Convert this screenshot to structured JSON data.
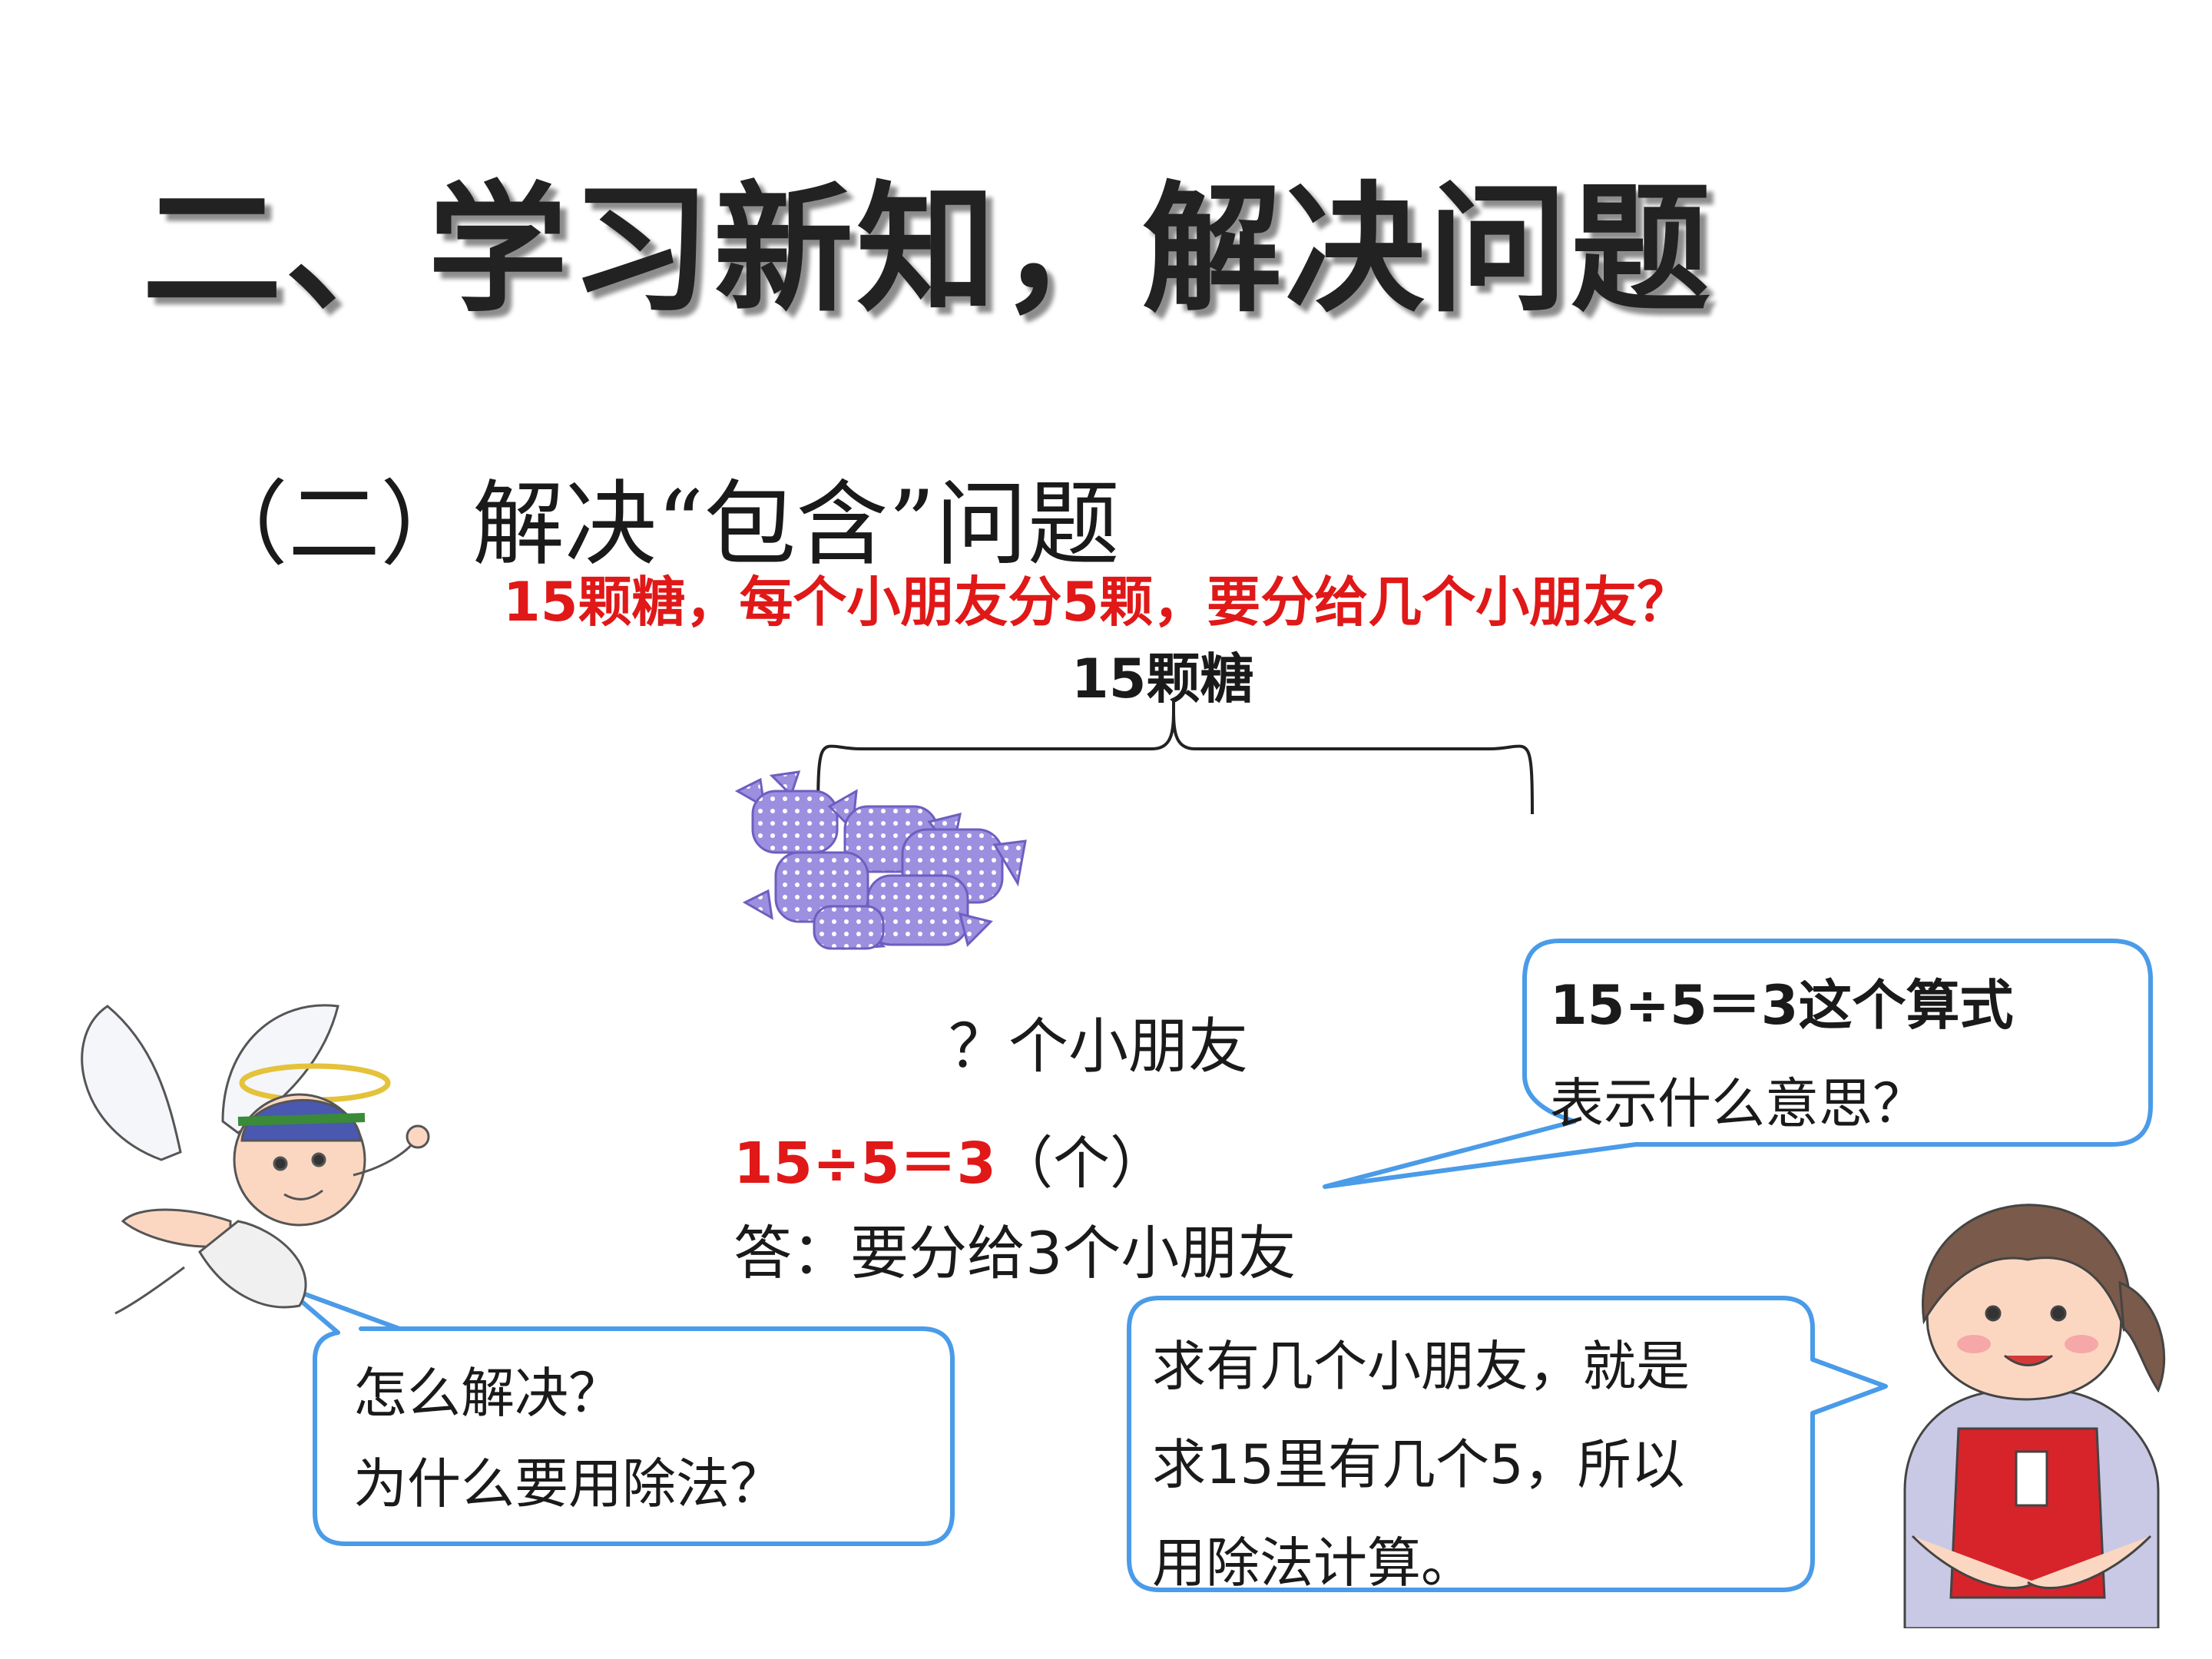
{
  "slide": {
    "title": "二、学习新知，解决问题",
    "section": "（二）解决“包含”问题",
    "problem": "15颗糖，每个小朋友分5颗，要分给几个小朋友？",
    "brace_label": "15颗糖",
    "question_label": "？个小朋友",
    "equation": {
      "expr": "15÷5＝3",
      "unit": "（个）"
    },
    "answer": "答：要分给3个小朋友"
  },
  "bubbles": {
    "right_top": {
      "line1": "15÷5＝3这个算式",
      "line2": "表示什么意思？"
    },
    "left": {
      "line1": "怎么解决？",
      "line2": "为什么要用除法？"
    },
    "bottom": {
      "line1": "求有几个小朋友，就是",
      "line2": "求15里有几个5，所以",
      "line3": "用除法计算。"
    }
  },
  "colors": {
    "accent_red": "#e01818",
    "bubble_border": "#4a9be8",
    "candy": "#9d8fe0"
  },
  "illustrations": {
    "candy": "candy-pile",
    "angel": "angel-cherub",
    "girl": "girl-character"
  }
}
